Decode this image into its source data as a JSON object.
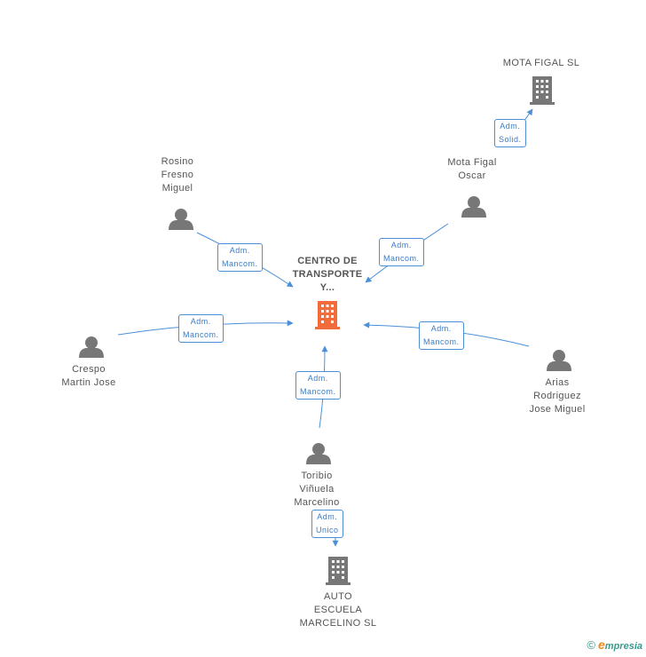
{
  "center": {
    "lines": [
      "CENTRO DE",
      "TRANSPORTE",
      "Y..."
    ]
  },
  "nodes": {
    "mota_figal_sl": {
      "lines": [
        "MOTA FIGAL SL"
      ]
    },
    "mota_figal_oscar": {
      "lines": [
        "Mota Figal",
        "Oscar"
      ]
    },
    "rosino": {
      "lines": [
        "Rosino",
        "Fresno",
        "Miguel"
      ]
    },
    "crespo": {
      "lines": [
        "Crespo",
        "Martin Jose"
      ]
    },
    "arias": {
      "lines": [
        "Arias",
        "Rodriguez",
        "Jose Miguel"
      ]
    },
    "toribio": {
      "lines": [
        "Toribio",
        "Viñuela",
        "Marcelino"
      ]
    },
    "auto_escuela": {
      "lines": [
        "AUTO",
        "ESCUELA",
        "MARCELINO SL"
      ]
    }
  },
  "relations": {
    "oscar_to_motasl": [
      "Adm.",
      "Solid."
    ],
    "oscar_to_center": [
      "Adm.",
      "Mancom."
    ],
    "rosino_to_center": [
      "Adm.",
      "Mancom."
    ],
    "crespo_to_center": [
      "Adm.",
      "Mancom."
    ],
    "arias_to_center": [
      "Adm.",
      "Mancom."
    ],
    "toribio_to_center": [
      "Adm.",
      "Mancom."
    ],
    "toribio_to_auto": [
      "Adm.",
      "Unico"
    ]
  },
  "footer": {
    "copyright": "©",
    "brand_initial": "e",
    "brand_rest": "mpresia"
  },
  "colors": {
    "line": "#4a90d9",
    "person": "#777777",
    "company": "#777777",
    "center_company": "#f26b3a"
  }
}
